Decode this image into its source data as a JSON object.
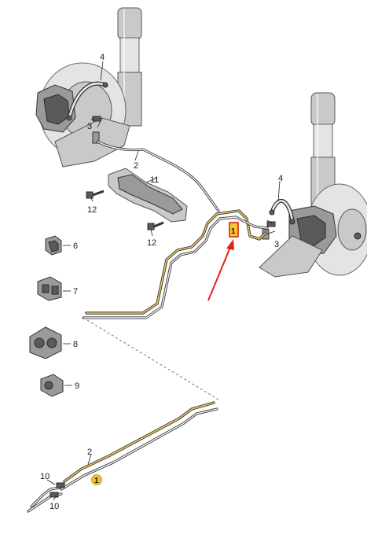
{
  "labels": {
    "part_1_callout": "1",
    "part_1_badge": "1",
    "part_2_upper": "2",
    "part_2_lower": "2",
    "part_3_left": "3",
    "part_3_right": "3",
    "part_4_left": "4",
    "part_4_right": "4",
    "part_6": "6",
    "part_7": "7",
    "part_8": "8",
    "part_9": "9",
    "part_10_top": "10",
    "part_10_bottom": "10",
    "part_11": "11",
    "part_12_left": "12",
    "part_12_right": "12"
  },
  "colors": {
    "highlight_pipe": "#e6c35a",
    "highlight_box_border": "#e02020",
    "highlight_box_fill": "#f5c832",
    "arrow": "#e02020",
    "badge_fill": "#f0c030"
  },
  "icons": {
    "shock_absorber": "shock-absorber-icon",
    "brake_disc": "brake-disc-icon",
    "brake_caliper": "brake-caliper-icon",
    "brake_hose": "brake-hose-icon",
    "pipe_clip": "pipe-clip-icon",
    "bolt": "bolt-icon",
    "bracket": "bracket-icon",
    "arrow": "red-arrow-icon"
  }
}
